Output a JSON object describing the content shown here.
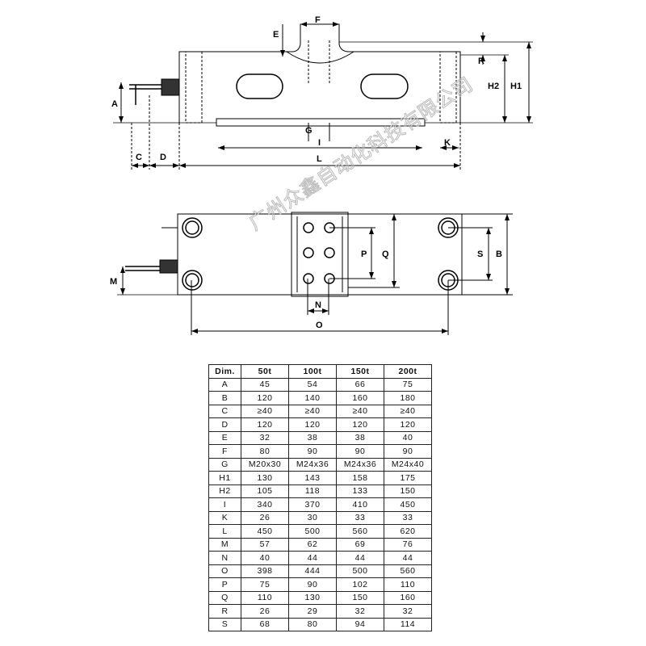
{
  "labels": {
    "side": {
      "A": "A",
      "C": "C",
      "D": "D",
      "E": "E",
      "F": "F",
      "G": "G",
      "I": "I",
      "K": "K",
      "L": "L",
      "R": "R",
      "H1": "H1",
      "H2": "H2"
    },
    "top": {
      "M": "M",
      "N": "N",
      "O": "O",
      "P": "P",
      "Q": "Q",
      "S": "S",
      "B": "B"
    }
  },
  "watermark": "广州众鑫自动化科技有限公司",
  "table": {
    "headers": [
      "Dim.",
      "50t",
      "100t",
      "150t",
      "200t"
    ],
    "rows": [
      [
        "A",
        "45",
        "54",
        "66",
        "75"
      ],
      [
        "B",
        "120",
        "140",
        "160",
        "180"
      ],
      [
        "C",
        "≥40",
        "≥40",
        "≥40",
        "≥40"
      ],
      [
        "D",
        "120",
        "120",
        "120",
        "120"
      ],
      [
        "E",
        "32",
        "38",
        "38",
        "40"
      ],
      [
        "F",
        "80",
        "90",
        "90",
        "90"
      ],
      [
        "G",
        "M20x30",
        "M24x36",
        "M24x36",
        "M24x40"
      ],
      [
        "H1",
        "130",
        "143",
        "158",
        "175"
      ],
      [
        "H2",
        "105",
        "118",
        "133",
        "150"
      ],
      [
        "I",
        "340",
        "370",
        "410",
        "450"
      ],
      [
        "K",
        "26",
        "30",
        "33",
        "33"
      ],
      [
        "L",
        "450",
        "500",
        "560",
        "620"
      ],
      [
        "M",
        "57",
        "62",
        "69",
        "76"
      ],
      [
        "N",
        "40",
        "44",
        "44",
        "44"
      ],
      [
        "O",
        "398",
        "444",
        "500",
        "560"
      ],
      [
        "P",
        "75",
        "90",
        "102",
        "110"
      ],
      [
        "Q",
        "110",
        "130",
        "150",
        "160"
      ],
      [
        "R",
        "26",
        "29",
        "32",
        "32"
      ],
      [
        "S",
        "68",
        "80",
        "94",
        "114"
      ]
    ]
  }
}
